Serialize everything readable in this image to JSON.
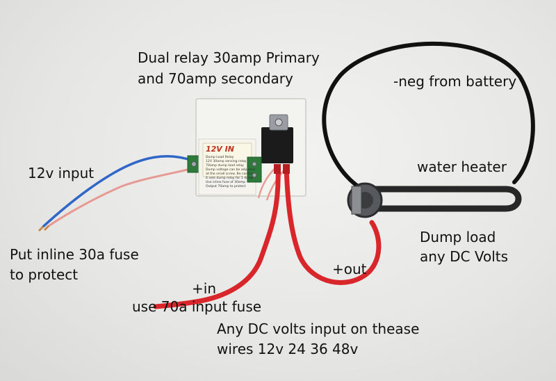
{
  "labels": {
    "dual_relay_line1": "Dual relay 30amp Primary",
    "dual_relay_line2": "and 70amp secondary",
    "neg_from_battery": "-neg from battery",
    "input_12v": "12v input",
    "water_heater": "water heater",
    "dump_load_line1": "Dump  load",
    "dump_load_line2": "any DC Volts",
    "fuse_line1": "Put inline 30a fuse",
    "fuse_line2": "to protect",
    "plus_out": "+out",
    "plus_in": "+in",
    "input_fuse": "use 70a input fuse",
    "dc_input_line1": "Any DC volts input on thease",
    "dc_input_line2": "wires 12v 24 36 48v"
  },
  "board": {
    "marking": "12V IN",
    "sticker_lines": [
      "Dump Load Relay",
      "12V 30amp sensing relay",
      "70amp dump load relay",
      "Dump voltage can be adjusted",
      "at the small screw. Be careful",
      "it sets dump relay for 1 dump",
      "Use inline fuse of 30amp",
      "Output 70amp to protect"
    ]
  },
  "colors": {
    "red_wire": "#d8262a",
    "blue_wire": "#2f66c8",
    "pink_wire": "#e79a93",
    "black_wire": "#111111",
    "terminal_green": "#2e7a3a",
    "background": "#e9e9e7"
  }
}
